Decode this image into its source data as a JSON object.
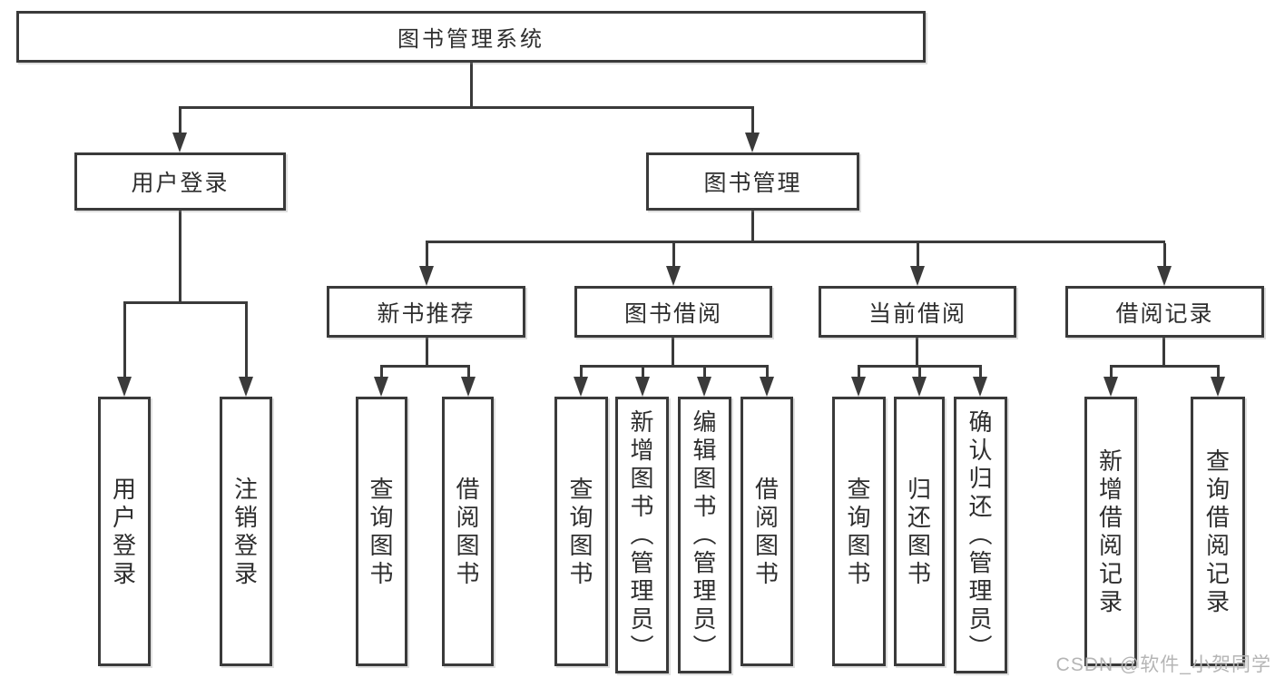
{
  "colors": {
    "line": "#3a3a3a",
    "text": "#2e2e2e",
    "background": "#ffffff",
    "watermark": "#b5b5b5"
  },
  "diagram": {
    "root": {
      "label": "图书管理系统"
    },
    "level2": {
      "user_login": {
        "label": "用户登录"
      },
      "book_mgmt": {
        "label": "图书管理"
      }
    },
    "level3": {
      "new_book": {
        "label": "新书推荐"
      },
      "book_borrow": {
        "label": "图书借阅"
      },
      "current_borrow": {
        "label": "当前借阅"
      },
      "borrow_record": {
        "label": "借阅记录"
      }
    },
    "leaves": {
      "user_login": [
        "用户登录",
        "注销登录"
      ],
      "new_book": [
        "查询图书",
        "借阅图书"
      ],
      "book_borrow": [
        "查询图书",
        "新增图书（管理员）",
        "编辑图书（管理员）",
        "借阅图书"
      ],
      "current_borrow": [
        "查询图书",
        "归还图书",
        "确认归还（管理员）"
      ],
      "borrow_record": [
        "新增借阅记录",
        "查询借阅记录"
      ]
    }
  },
  "watermark": {
    "text": "CSDN @软件_小贺同学"
  }
}
